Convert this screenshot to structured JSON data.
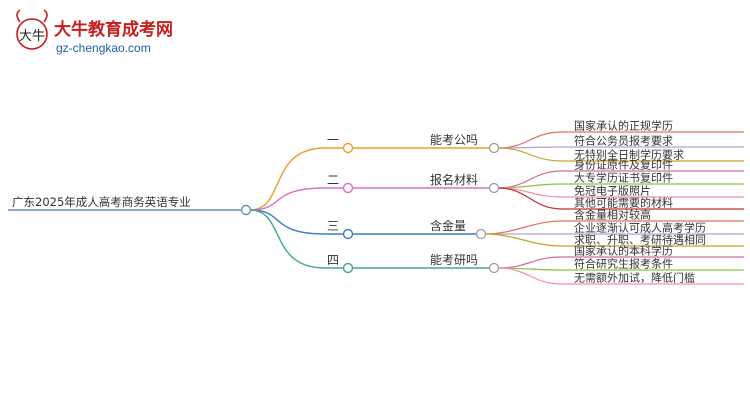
{
  "logo": {
    "title": "大牛教育成考网",
    "url": "gz-chengkao.com",
    "mascot": "大牛"
  },
  "mindmap": {
    "root": "广东2025年成人高考商务英语专业",
    "branches": [
      {
        "number": "一",
        "label": "能考公吗",
        "color": "#f39a2b",
        "children": [
          "国家承认的正规学历",
          "符合公务员报考要求",
          "无特别全日制学历要求"
        ]
      },
      {
        "number": "二",
        "label": "报名材料",
        "color": "#e06fc0",
        "children": [
          "身份证原件及复印件",
          "大专学历证书复印件",
          "免冠电子版照片",
          "其他可能需要的材料"
        ]
      },
      {
        "number": "三",
        "label": "含金量",
        "color": "#3b7fc4",
        "children": [
          "含金量相对较高",
          "企业逐渐认可成人高考学历",
          "求职、升职、考研待遇相同"
        ]
      },
      {
        "number": "四",
        "label": "能考研吗",
        "color": "#3fa98c",
        "children": [
          "国家承认的本科学历",
          "符合研究生报考条件",
          "无需额外加试，降低门槛"
        ]
      }
    ],
    "child_colors": [
      "#e2725b",
      "#b39ddb",
      "#c9a227",
      "#d46aa0",
      "#8bc34a",
      "#f48fb1",
      "#c53030"
    ]
  }
}
